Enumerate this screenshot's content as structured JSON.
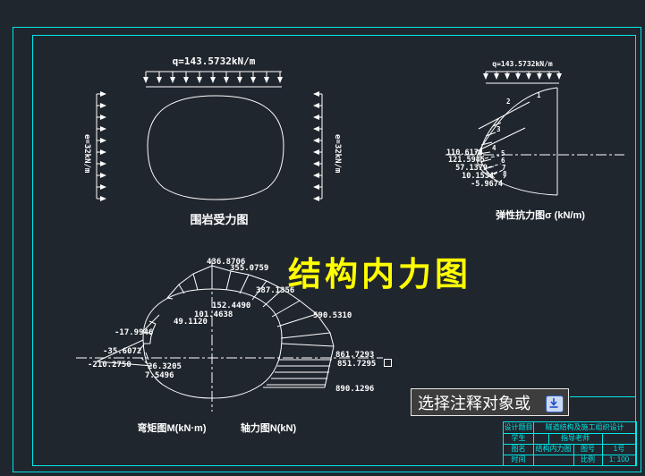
{
  "colors": {
    "background": "#20262e",
    "line": "#ffffff",
    "frame_cyan": "#00e8e8",
    "title_yellow": "#ffff00",
    "prompt_bg": "#3d3d3d",
    "prompt_key_blue": "#2f62c9"
  },
  "main_title": "结构内力图",
  "rock_diagram": {
    "caption": "围岩受力图",
    "top_load_label": "q=143.5732kN/m",
    "left_load_label": "e=32kN/m",
    "right_load_label": "e=32kN/m"
  },
  "elastic_diagram": {
    "caption": "弹性抗力图σ (kN/m)",
    "top_load_label": "q=143.5732kN/m",
    "nodes": [
      "1",
      "2",
      "3",
      "4",
      "5",
      "6",
      "7",
      "8"
    ],
    "values": [
      "110.6174",
      "121.5945",
      "57.1379",
      "10.1534",
      "-5.9674"
    ]
  },
  "force_diagram": {
    "moment_caption": "弯矩图M(kN·m)",
    "axial_caption": "轴力图N(kN)",
    "values": {
      "top": "436.8706",
      "upper_right_1": "355.0759",
      "upper_right_2": "387.1356",
      "right": "590.5310",
      "springline_right": "861.7293",
      "axial_top": "851.7295",
      "axial_bottom": "890.1296",
      "inner_1": "152.4490",
      "inner_2": "101.4638",
      "inner_3": "49.1120",
      "left_1": "-17.9946",
      "left_2": "-35.6072",
      "left_3": "-210.2750",
      "lower_left_1": "26.3205",
      "lower_left_2": "7.5496"
    }
  },
  "prompt": {
    "text": "选择注释对象或",
    "icon": "down-arrow-key-icon"
  },
  "title_block": {
    "r1_label": "设计题目",
    "r1_value": "隧道结构及施工组织设计",
    "r2_label": "学生",
    "r2_value2": "指导老师",
    "r3_label": "图名",
    "r3_value": "结构内力图",
    "r3_label2": "图号",
    "r3_value2": "1号",
    "r4_label": "时间",
    "r4_label2": "比例",
    "r4_value2": "1: 100"
  }
}
